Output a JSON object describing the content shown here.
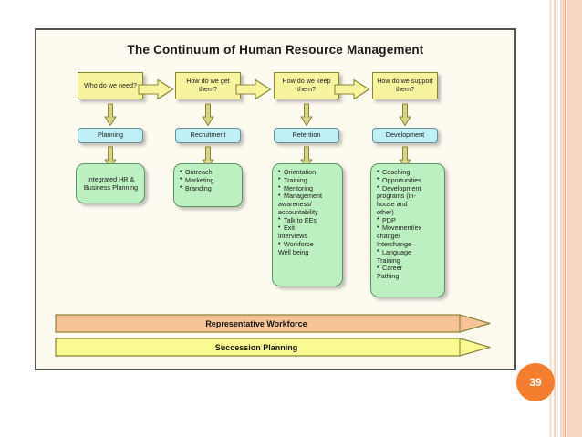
{
  "slide": {
    "title": "The Continuum of Human Resource Management",
    "page_number": "39",
    "frame_bg": "#fdfaf0",
    "frame_border": "#555250",
    "badge_color": "#f57e2e"
  },
  "colors": {
    "question_box": "#f7f4a0",
    "question_border": "#8a8637",
    "stage_box": "#bfeff7",
    "stage_border": "#6f8e99",
    "detail_box": "#bdf0c0",
    "detail_border": "#5f9463",
    "arrow_fill": "#d8d487",
    "arrow_border": "#8a8637",
    "banner_orange": "#f7c295",
    "banner_yellow": "#fafa92",
    "banner_border": "#8a8637",
    "stripe_light": "#fbe6da",
    "stripe_mid": "#f8d6c2",
    "stripe_dark": "#f3b291"
  },
  "columns": [
    {
      "question": "Who do we need?",
      "stage": "Planning",
      "details": [
        {
          "text": "Integrated HR & Business Planning",
          "bulleted": false
        }
      ],
      "details_centered": true,
      "has_next_arrow": true
    },
    {
      "question": "How do we get them?",
      "stage": "Recruitment",
      "details": [
        {
          "text": "Outreach",
          "bulleted": true
        },
        {
          "text": "Marketing",
          "bulleted": true
        },
        {
          "text": "Branding",
          "bulleted": true
        }
      ],
      "details_centered": false,
      "has_next_arrow": true
    },
    {
      "question": "How do we keep them?",
      "stage": "Retention",
      "details": [
        {
          "text": "Orientation",
          "bulleted": true
        },
        {
          "text": "Training",
          "bulleted": true
        },
        {
          "text": "Mentoring",
          "bulleted": true
        },
        {
          "text": "Management",
          "bulleted": true
        },
        {
          "text": "awareness/",
          "bulleted": false
        },
        {
          "text": "accountability",
          "bulleted": false
        },
        {
          "text": "Talk to EEs",
          "bulleted": true
        },
        {
          "text": "Exit",
          "bulleted": true
        },
        {
          "text": "interviews",
          "bulleted": false
        },
        {
          "text": "Workforce",
          "bulleted": true
        },
        {
          "text": "Well being",
          "bulleted": false
        }
      ],
      "details_centered": false,
      "has_next_arrow": true
    },
    {
      "question": "How do we support them?",
      "stage": "Development",
      "details": [
        {
          "text": "Coaching",
          "bulleted": true
        },
        {
          "text": "Opportunities",
          "bulleted": true
        },
        {
          "text": "Development",
          "bulleted": true
        },
        {
          "text": "programs (in-",
          "bulleted": false
        },
        {
          "text": "house and",
          "bulleted": false
        },
        {
          "text": "other)",
          "bulleted": false
        },
        {
          "text": "PDP",
          "bulleted": true
        },
        {
          "text": "Movement/ex",
          "bulleted": true
        },
        {
          "text": "change/",
          "bulleted": false
        },
        {
          "text": "Interchange",
          "bulleted": false
        },
        {
          "text": "Language",
          "bulleted": true
        },
        {
          "text": "Training",
          "bulleted": false
        },
        {
          "text": "Career",
          "bulleted": true
        },
        {
          "text": "Pathing",
          "bulleted": false
        }
      ],
      "details_centered": false,
      "has_next_arrow": false
    }
  ],
  "banners": [
    {
      "label": "Representative Workforce",
      "color": "#f7c295"
    },
    {
      "label": "Succession Planning",
      "color": "#fafa92"
    }
  ]
}
